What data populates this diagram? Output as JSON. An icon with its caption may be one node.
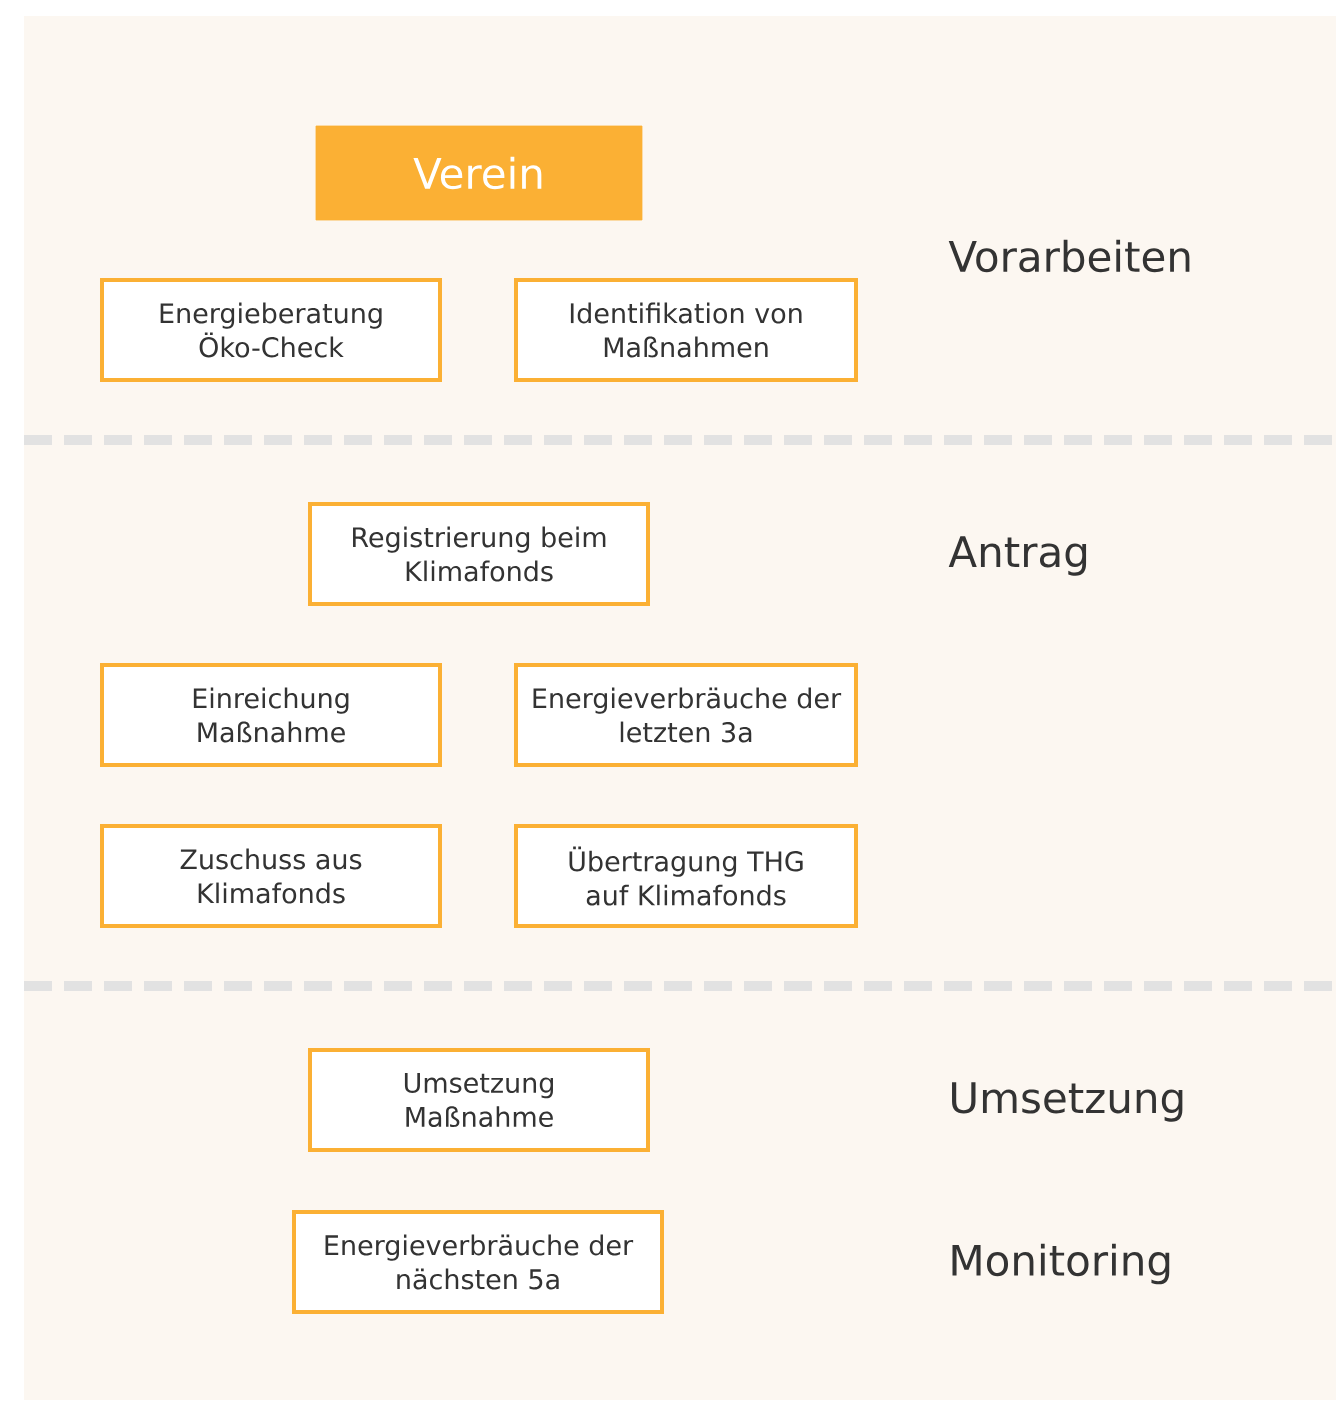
{
  "diagram": {
    "nodes": [
      {
        "text": [
          "Verein"
        ]
      },
      {
        "text": [
          "Energieberatung Öko-Check"
        ]
      },
      {
        "text": [
          "Identifikation von Maßnahmen"
        ]
      },
      {
        "text": [
          "Registrierung beim Klimafonds"
        ]
      },
      {
        "text": [
          "Einreichung Maßnahme"
        ]
      },
      {
        "text": [
          "Energieverbräuche der letzten 3a"
        ]
      },
      {
        "text": [
          "Zuschuss aus Klimafonds"
        ]
      },
      {
        "text": [
          "Übertragung THG auf Klimafonds"
        ]
      },
      {
        "text": [
          "Umsetzung Maßnahme"
        ]
      },
      {
        "text": [
          "Energieverbräuche der nächsten 5a"
        ]
      }
    ],
    "labels": [
      "Vorarbeiten",
      "Antrag",
      "Umsetzung",
      "Monitoring"
    ]
  }
}
